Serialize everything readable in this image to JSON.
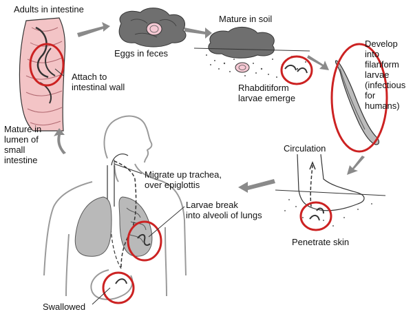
{
  "labels": {
    "adults": "Adults in intestine",
    "eggs": "Eggs in feces",
    "soil": "Mature in soil",
    "attach": [
      "Attach to",
      "intestinal wall"
    ],
    "rhabditiform": [
      "Rhabditiform",
      "larvae emerge"
    ],
    "develop": [
      "Develop",
      "into",
      "filariform",
      "larvae",
      "(infectious",
      "for",
      "humans)"
    ],
    "circulation": "Circulation",
    "mature_lumen": [
      "Mature in",
      "lumen of",
      "small",
      "intestine"
    ],
    "trachea": [
      "Migrate up trachea,",
      "over epiglottis"
    ],
    "alveoli": [
      "Larvae break",
      "into alveoli of lungs"
    ],
    "penetrate": "Penetrate skin",
    "swallowed": "Swallowed"
  },
  "colors": {
    "highlight": "#cc2222",
    "intestine": "#f3c4c6",
    "feces": "#6f6f6f",
    "lung": "#b9b9b9",
    "egg": "#f6c9d4",
    "arrow": "#8a8a8a",
    "body_outline": "#9a9a9a"
  }
}
